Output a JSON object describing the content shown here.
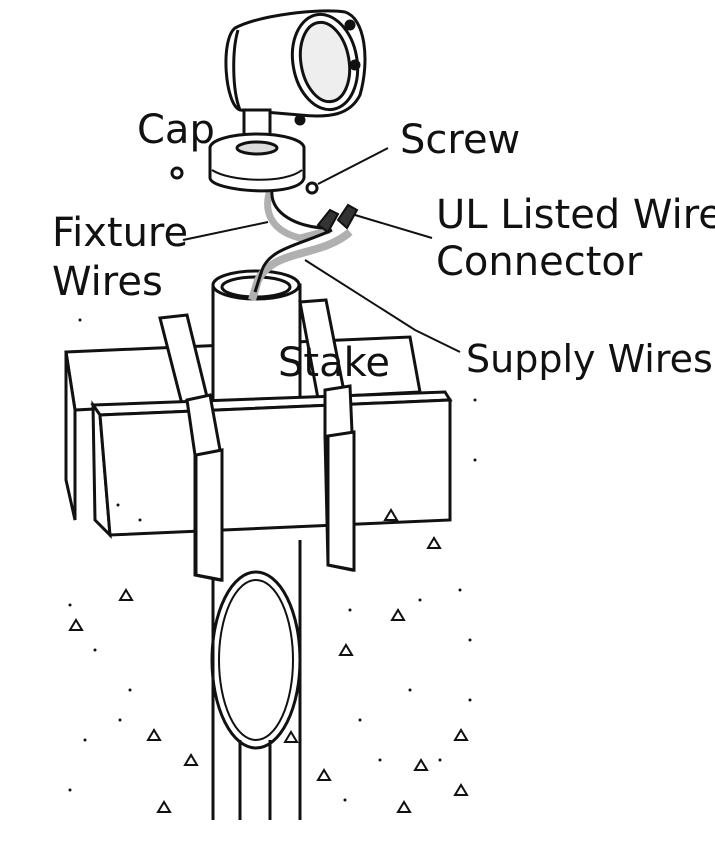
{
  "labels": {
    "cap": "Cap",
    "screw": "Screw",
    "fixture_wires_1": "Fixture",
    "fixture_wires_2": "Wires",
    "connector_1": "UL Listed Wire",
    "connector_2": "Connector",
    "stake": "Stake",
    "supply_wires": "Supply Wires"
  },
  "colors": {
    "line": "#111111",
    "wire_gray": "#b0b0b0",
    "fill": "#ffffff"
  }
}
